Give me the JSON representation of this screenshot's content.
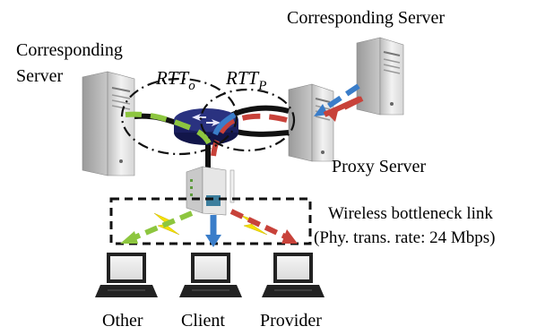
{
  "labels": {
    "corresponding_server_left_line1": "Corresponding",
    "corresponding_server_left_line2": "Server",
    "corresponding_server_right": "Corresponding Server",
    "proxy_server": "Proxy Server",
    "rtt_o_main": "RTT",
    "rtt_o_sub": "o",
    "rtt_p_main": "RTT",
    "rtt_p_sub": "P",
    "wireless_link": "Wireless bottleneck link",
    "wireless_link_rate": "(Phy. trans. rate: 24 Mbps)",
    "client_other": "Other",
    "client_client": "Client",
    "client_provider": "Provider"
  },
  "colors": {
    "other_flow": "#8dc63f",
    "client_flow": "#3a7dc9",
    "provider_flow": "#c8423a",
    "router": "#1a1f5e",
    "lightning": "#f6e000"
  },
  "icons": {
    "servers": "server-tower-icon",
    "router": "router-icon",
    "access_point": "wireless-access-point-icon",
    "clients": "laptop-icon"
  }
}
